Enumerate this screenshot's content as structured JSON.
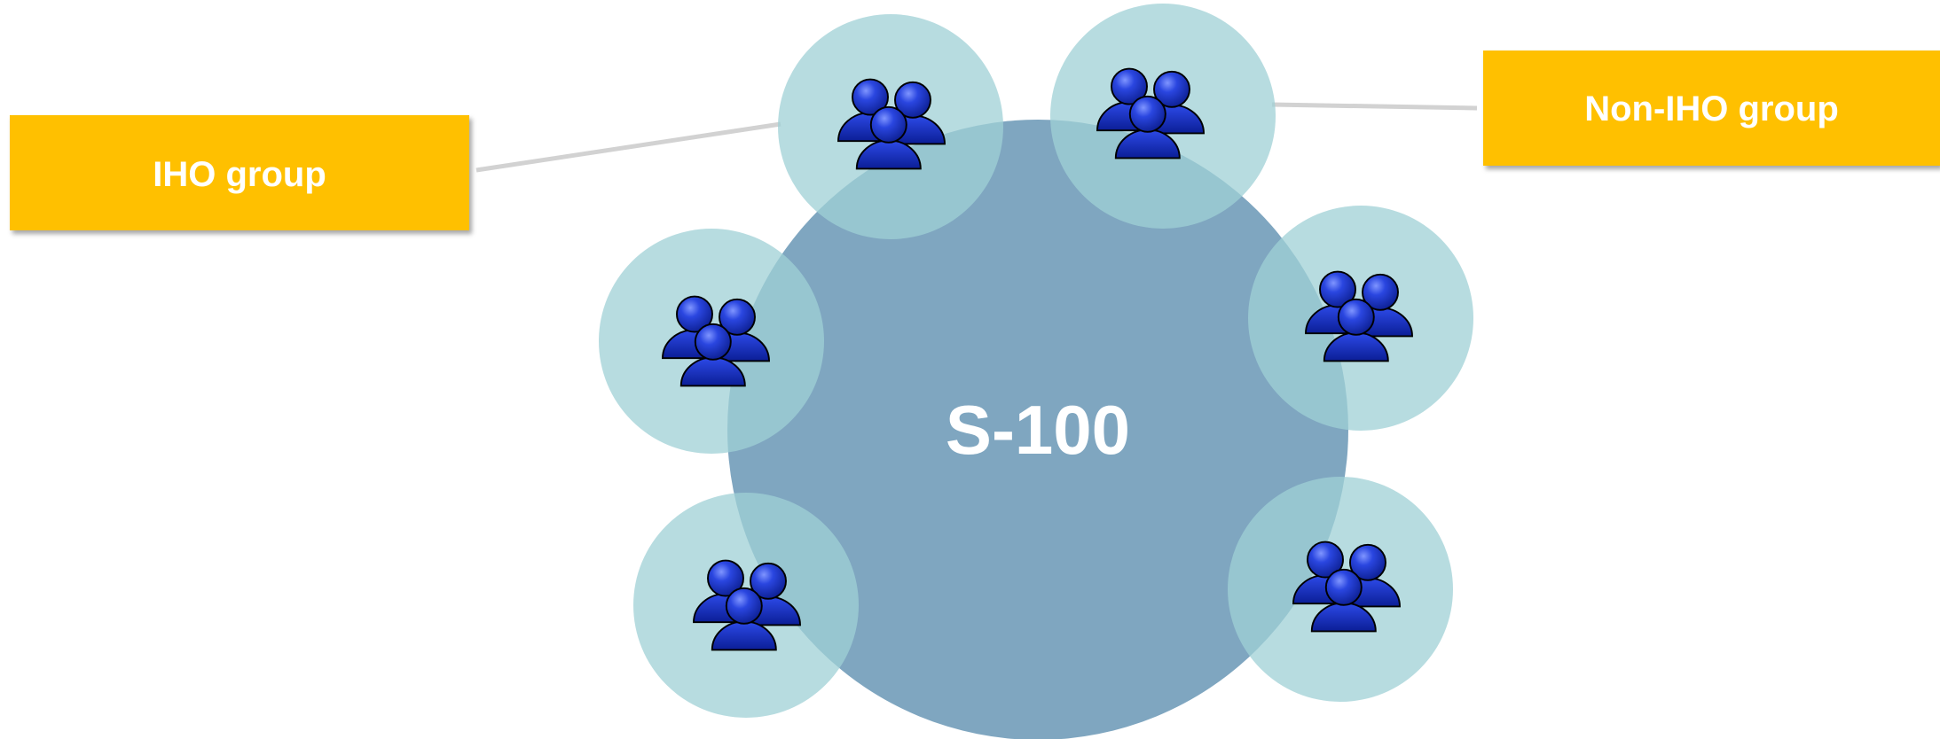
{
  "diagram": {
    "center_label": "S-100",
    "callouts": {
      "iho": "IHO group",
      "non_iho": "Non-IHO group"
    },
    "group_icon": "people-group-icon",
    "colors": {
      "center_circle": "#7fa6c0",
      "group_circle": "#b1dce0",
      "callout": "#ffc000",
      "person": "#1733c4",
      "connector": "#d0d0d0"
    }
  }
}
